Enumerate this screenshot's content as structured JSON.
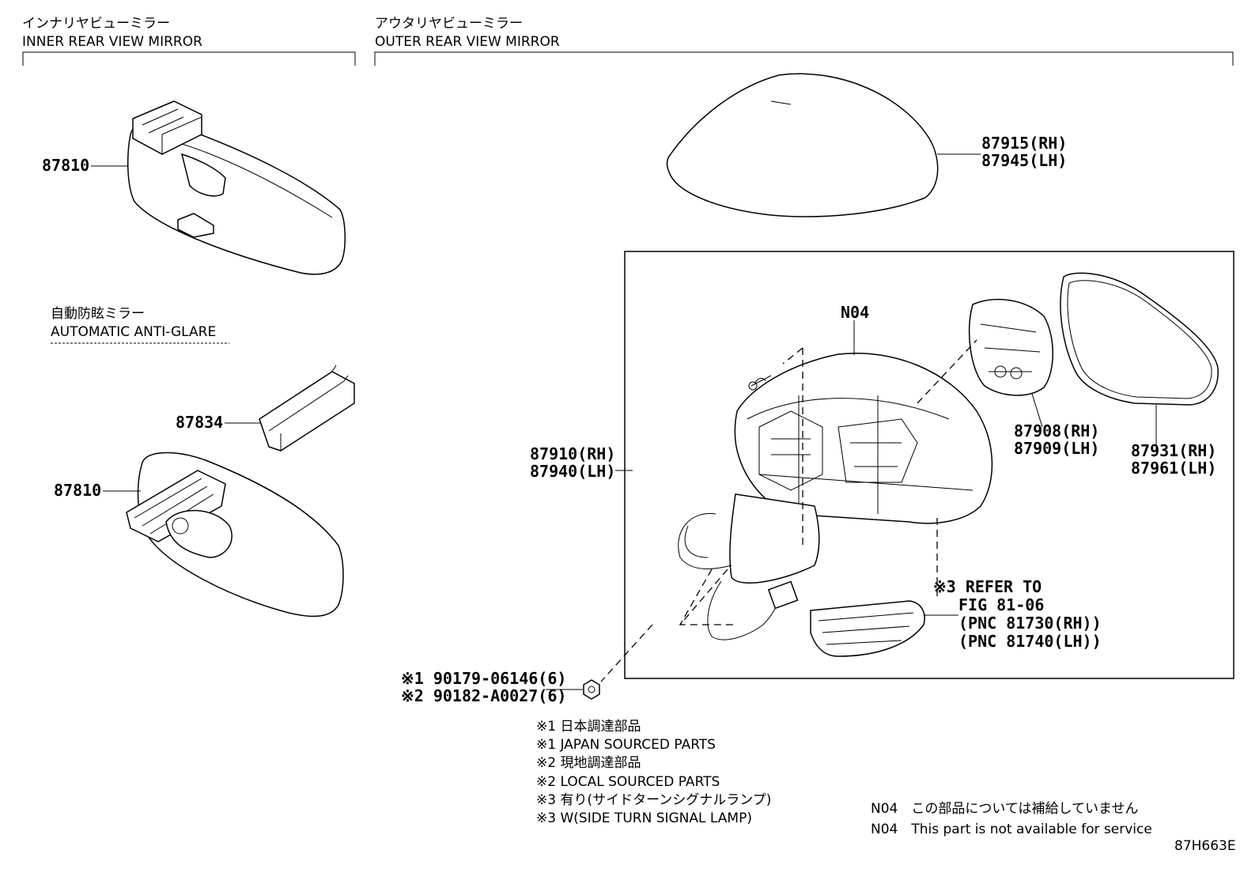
{
  "sections": {
    "inner": {
      "title_jp": "インナリヤビューミラー",
      "title_en": "INNER REAR VIEW MIRROR"
    },
    "outer": {
      "title_jp": "アウタリヤビューミラー",
      "title_en": "OUTER REAR VIEW MIRROR"
    },
    "anti_glare": {
      "title_jp": "自動防眩ミラー",
      "title_en": "AUTOMATIC ANTI-GLARE"
    }
  },
  "parts": {
    "inner_mirror_top": "87810",
    "inner_mirror_bottom": "87810",
    "cover_87834": "87834",
    "cover_rh": "87915(RH)",
    "cover_lh": "87945(LH)",
    "n04": "N04",
    "actuator_rh": "87908(RH)",
    "actuator_lh": "87909(LH)",
    "glass_rh": "87931(RH)",
    "glass_lh": "87961(LH)",
    "assy_rh": "87910(RH)",
    "assy_lh": "87940(LH)",
    "refer_1": "※3 REFER TO",
    "refer_2": "FIG 81-06",
    "refer_3": "(PNC 81730(RH))",
    "refer_4": "(PNC 81740(LH))",
    "nut_1": "※1 90179-06146(6)",
    "nut_2": "※2 90182-A0027(6)"
  },
  "notes": [
    "※1 日本調達部品",
    "※1 JAPAN SOURCED PARTS",
    "※2 現地調達部品",
    "※2 LOCAL SOURCED PARTS",
    "※3 有り(サイドターンシグナルランプ)",
    "※3 W(SIDE TURN SIGNAL LAMP)"
  ],
  "n04_notes": [
    "N04　この部品については補給していません",
    "N04　This part is not available for service"
  ],
  "figure_id": "87H663E"
}
